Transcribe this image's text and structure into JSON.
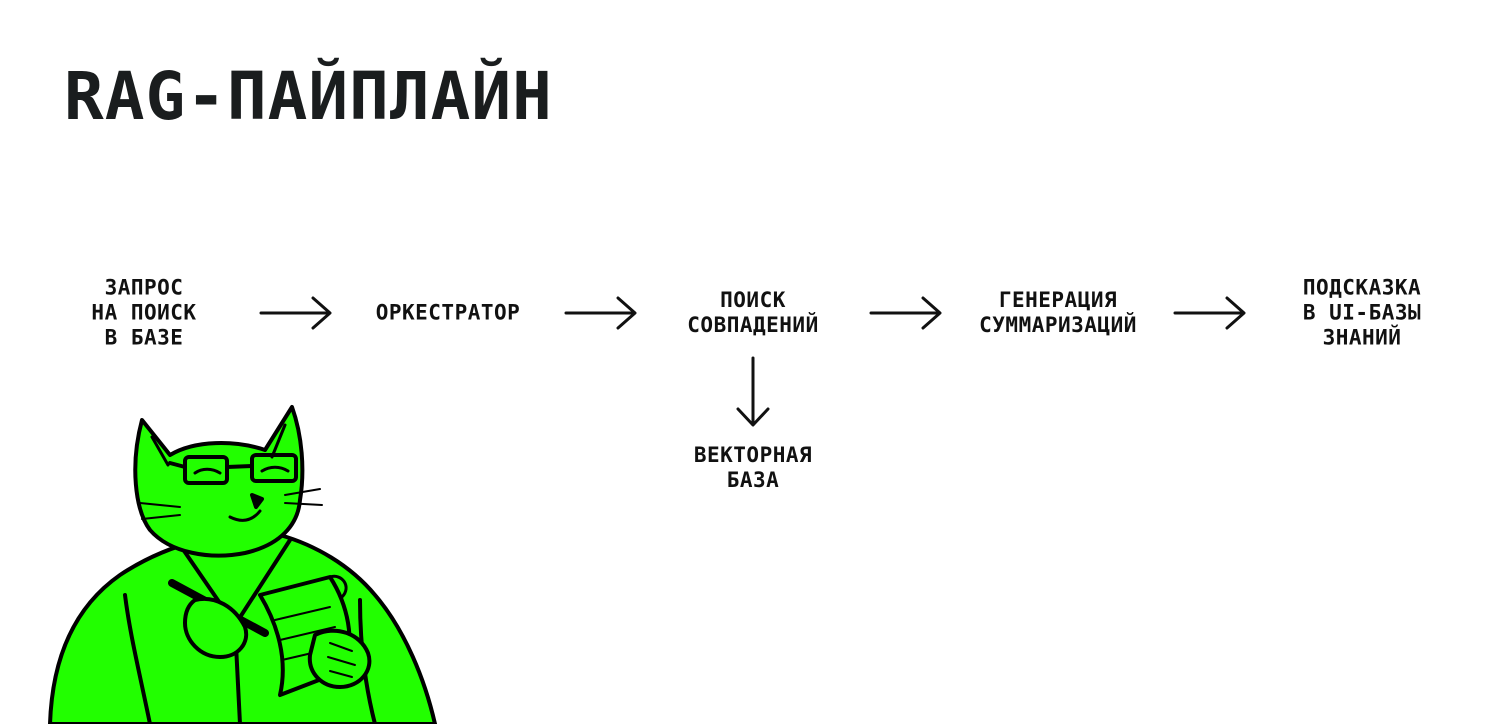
{
  "slide": {
    "title": "RAG-ПАЙПЛАЙН"
  },
  "diagram": {
    "nodes": [
      {
        "id": "request",
        "lines": [
          "ЗАПРОС",
          "НА ПОИСК",
          "В БАЗЕ"
        ]
      },
      {
        "id": "orchestrator",
        "lines": [
          "ОРКЕСТРАТОР"
        ]
      },
      {
        "id": "match-search",
        "lines": [
          "ПОИСК",
          "СОВПАДЕНИЙ"
        ]
      },
      {
        "id": "summary-generation",
        "lines": [
          "ГЕНЕРАЦИЯ",
          "СУММАРИЗАЦИЙ"
        ]
      },
      {
        "id": "ui-hint",
        "lines": [
          "ПОДСКАЗКА",
          "В UI-БАЗЫ",
          "ЗНАНИЙ"
        ]
      },
      {
        "id": "vector-db",
        "lines": [
          "ВЕКТОРНАЯ",
          "БАЗА"
        ]
      }
    ],
    "edges": [
      {
        "from": "request",
        "to": "orchestrator"
      },
      {
        "from": "orchestrator",
        "to": "match-search"
      },
      {
        "from": "match-search",
        "to": "summary-generation"
      },
      {
        "from": "summary-generation",
        "to": "ui-hint"
      },
      {
        "from": "match-search",
        "to": "vector-db"
      }
    ]
  },
  "illustration": {
    "icon": "cat-with-glasses-notepad-illustration",
    "accent_color": "#22ff00",
    "outline_color": "#000000"
  }
}
